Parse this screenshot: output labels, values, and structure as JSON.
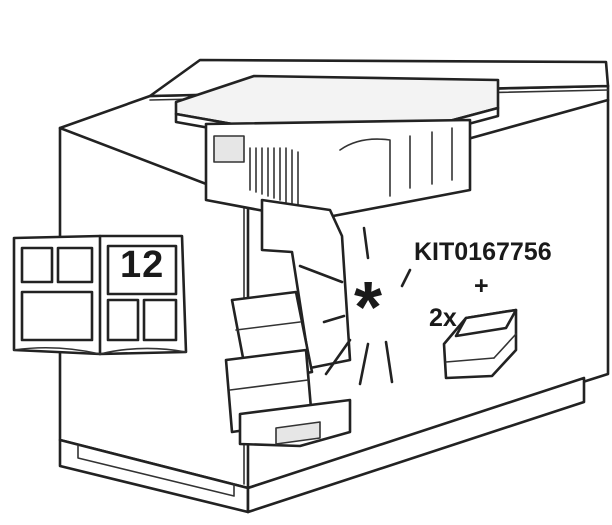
{
  "manual_icon": {
    "page_number": "12"
  },
  "kit": {
    "part_number": "KIT0167756",
    "plus_sign": "+",
    "quantity": "2x"
  },
  "symbol": {
    "asterisk": "*"
  }
}
